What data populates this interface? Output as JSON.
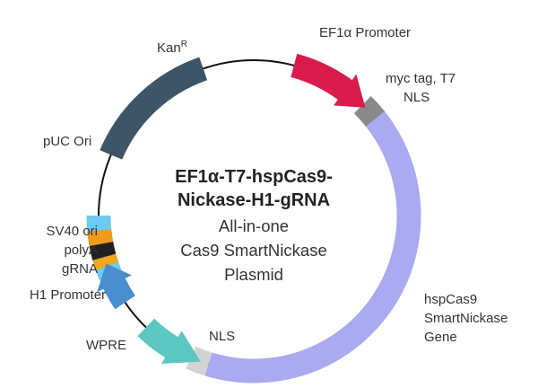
{
  "plasmid": {
    "title_line1": "EF1α-T7-hspCas9-",
    "title_line2": "Nickase-H1-gRNA",
    "subtitle_line1": "All-in-one",
    "subtitle_line2": "Cas9 SmartNickase",
    "subtitle_line3": "Plasmid"
  },
  "features": {
    "ef1a": {
      "label": "EF1α Promoter",
      "color": "#d81b4a"
    },
    "myc": {
      "label_line1": "myc tag, T7",
      "label_line2": "NLS",
      "color": "#8a8a8a"
    },
    "cas9": {
      "label_line1": "hspCas9",
      "label_line2": "SmartNickase",
      "label_line3": "Gene",
      "color": "#a9aaf0"
    },
    "nls": {
      "label": "NLS",
      "color": "#d3d3d3"
    },
    "wpre": {
      "label": "WPRE",
      "color": "#5cc6c0"
    },
    "h1": {
      "label": "H1 Promoter",
      "color": "#4a8ed0"
    },
    "grna": {
      "label": "gRNA",
      "color": "#f2a81c"
    },
    "polya": {
      "label": "polyA",
      "color": "#222222"
    },
    "sv40": {
      "label": "SV40 ori",
      "color": "#f49a1a"
    },
    "puc": {
      "label": "pUC Ori",
      "color": "#6dcaf2"
    },
    "kan": {
      "label_main": "Kan",
      "label_sup": "R",
      "color": "#3d5566"
    }
  },
  "backbone_color": "#111111"
}
